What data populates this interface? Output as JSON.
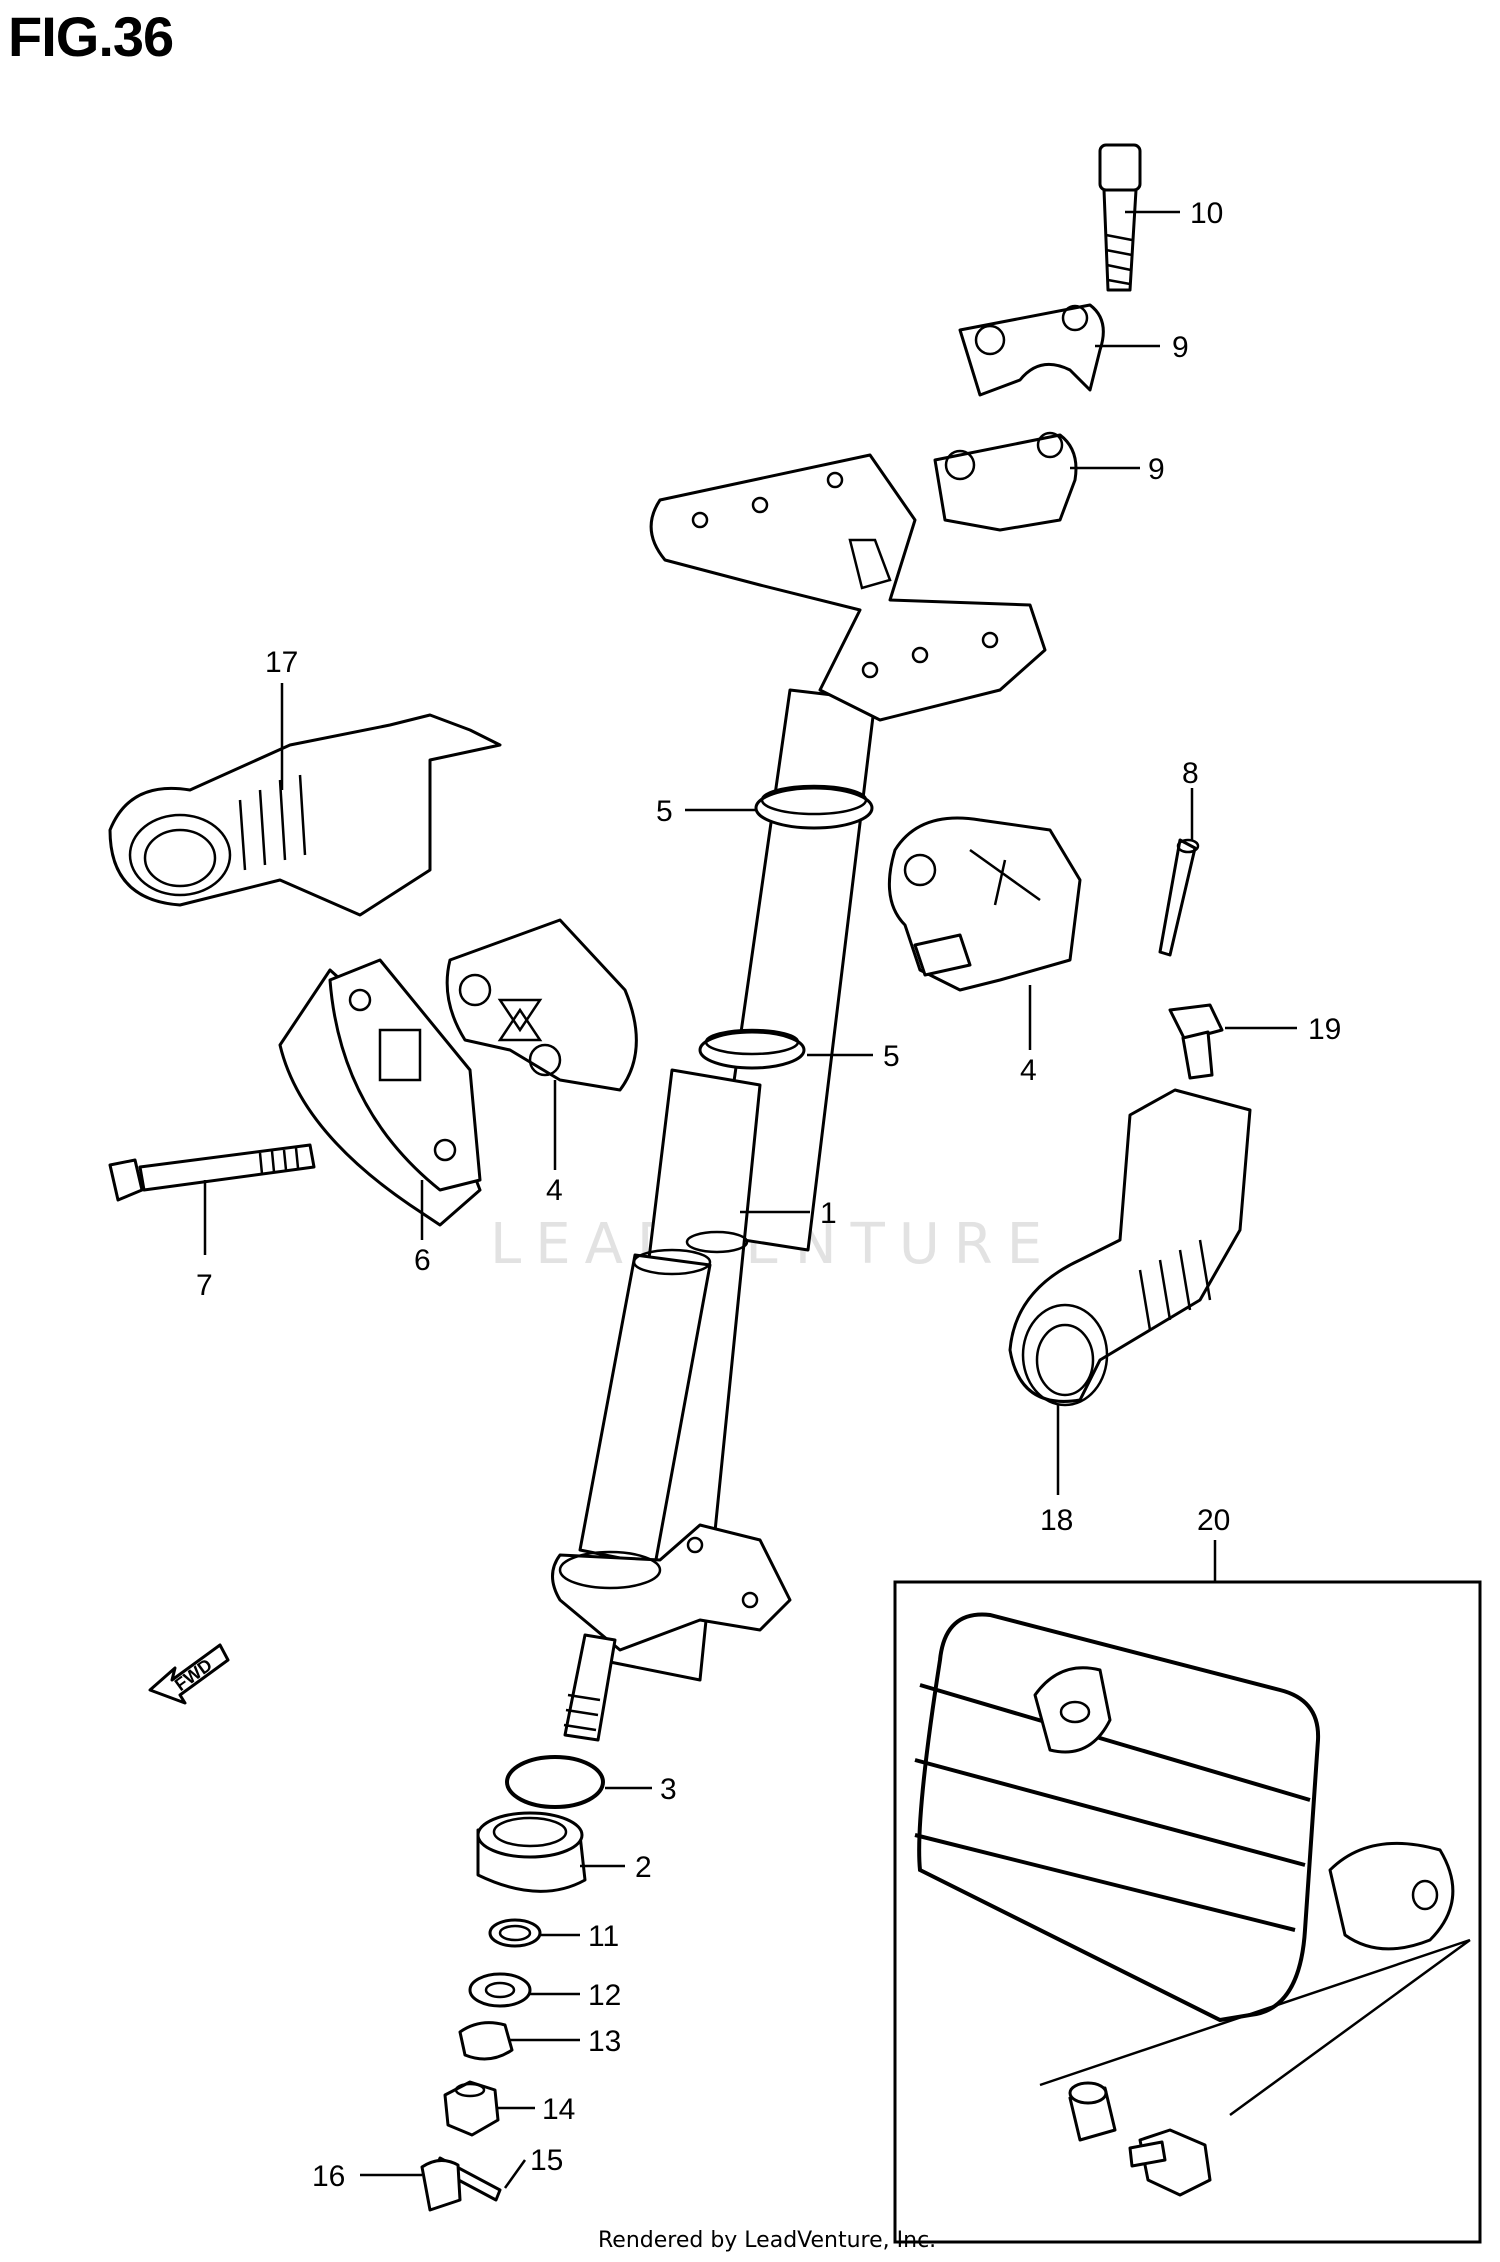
{
  "figure": {
    "title": "FIG.36"
  },
  "callouts": [
    {
      "id": "1",
      "text": "1"
    },
    {
      "id": "2",
      "text": "2"
    },
    {
      "id": "3",
      "text": "3"
    },
    {
      "id": "4a",
      "text": "4"
    },
    {
      "id": "4b",
      "text": "4"
    },
    {
      "id": "5a",
      "text": "5"
    },
    {
      "id": "5b",
      "text": "5"
    },
    {
      "id": "6",
      "text": "6"
    },
    {
      "id": "7",
      "text": "7"
    },
    {
      "id": "8",
      "text": "8"
    },
    {
      "id": "9a",
      "text": "9"
    },
    {
      "id": "9b",
      "text": "9"
    },
    {
      "id": "10",
      "text": "10"
    },
    {
      "id": "11",
      "text": "11"
    },
    {
      "id": "12",
      "text": "12"
    },
    {
      "id": "13",
      "text": "13"
    },
    {
      "id": "14",
      "text": "14"
    },
    {
      "id": "15",
      "text": "15"
    },
    {
      "id": "16",
      "text": "16"
    },
    {
      "id": "17",
      "text": "17"
    },
    {
      "id": "18",
      "text": "18"
    },
    {
      "id": "19",
      "text": "19"
    },
    {
      "id": "20",
      "text": "20"
    }
  ],
  "fwd_arrow": {
    "text": "FWD"
  },
  "watermark": {
    "text": "LEADVENTURE"
  },
  "footer": {
    "text": "Rendered by LeadVenture, Inc."
  }
}
